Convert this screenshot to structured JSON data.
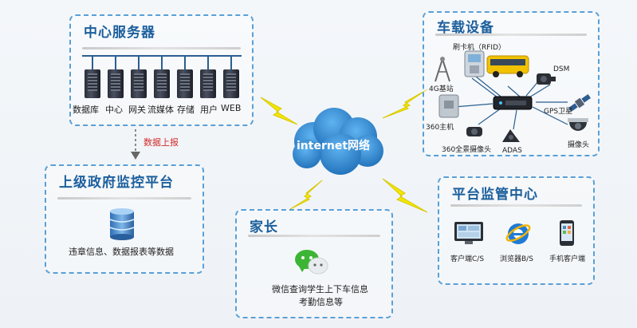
{
  "center_server": {
    "title": "中心服务器",
    "labels": [
      "数据库",
      "中心",
      "网关",
      "流媒体",
      "存储",
      "用户",
      "WEB"
    ]
  },
  "report_arrow": {
    "label": "数据上报"
  },
  "gov_platform": {
    "title": "上级政府监控平台",
    "caption": "违章信息、数据报表等数据"
  },
  "cloud": {
    "label": "internet网络"
  },
  "parents": {
    "title": "家长",
    "line1": "微信查询学生上下车信息",
    "line2": "考勤信息等"
  },
  "vehicle": {
    "title": "车载设备",
    "card_reader": "刷卡机（RFID）",
    "base_4g": "4G基站",
    "dsm": "DSM",
    "gps": "GPS卫星",
    "host360": "360主机",
    "cam360": "360全景摄像头",
    "adas": "ADAS",
    "camera": "摄像头"
  },
  "monitor_center": {
    "title": "平台监管中心",
    "client_cs": "客户端C/S",
    "browser_bs": "浏览器B/S",
    "mobile": "手机客户端"
  },
  "colors": {
    "panel_border": "#5aa0d6",
    "title": "#1c5f9c",
    "cloud": "#2f86d0",
    "lightning": "#f2e600",
    "report_text": "#d22a2a"
  }
}
